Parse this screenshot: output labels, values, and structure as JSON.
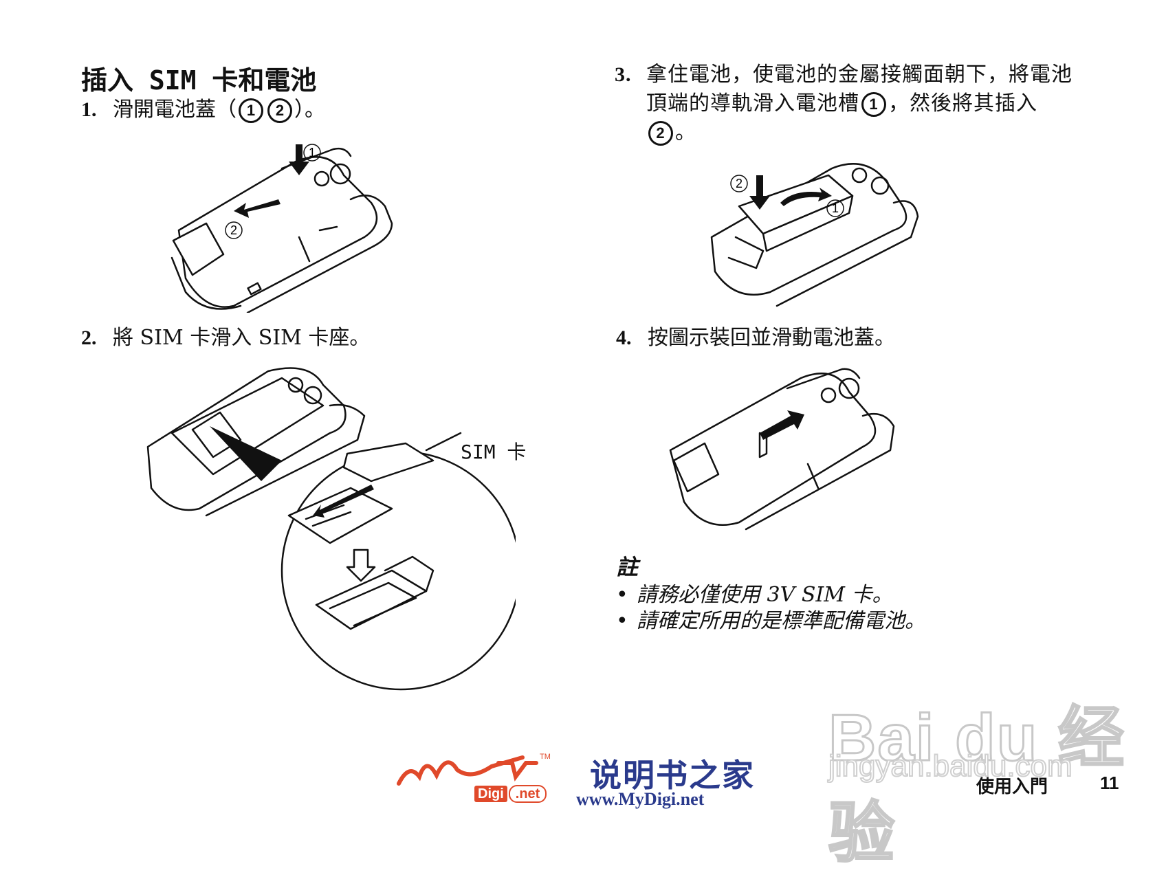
{
  "section_title": "插入 SIM 卡和電池",
  "steps": [
    {
      "num": "1.",
      "text": "滑開電池蓋（",
      "circled": [
        "1",
        "2"
      ],
      "text_after": "）。"
    },
    {
      "num": "2.",
      "text": "將 SIM 卡滑入 SIM 卡座。"
    },
    {
      "num": "3.",
      "text_line1": "拿住電池，使電池的金屬接觸面朝下，將電池",
      "text_line2_a": "頂端的導軌滑入電池槽",
      "circled_a": "1",
      "text_line2_b": "，然後將其插入",
      "circled_b": "2",
      "text_line3": "。"
    },
    {
      "num": "4.",
      "text": "按圖示裝回並滑動電池蓋。"
    }
  ],
  "figure_labels": {
    "fig1_callouts": [
      "1",
      "2"
    ],
    "fig2_sim_label": "SIM 卡",
    "fig3_callouts": [
      "2",
      "1"
    ]
  },
  "note": {
    "title": "註",
    "items": [
      "請務必僅使用 3V SIM 卡。",
      "請確定所用的是標準配備電池。"
    ]
  },
  "footer": {
    "section": "使用入門",
    "page": "11"
  },
  "brand": {
    "logo_script": "My",
    "tm": "TM",
    "digi": "Digi",
    "net": ".net",
    "cn_name": "说明书之家",
    "url": "www.MyDigi.net"
  },
  "watermark": {
    "main": "Bai du 经验",
    "sub": "jingyan.baidu.com"
  },
  "colors": {
    "brand_blue": "#2a3a8c",
    "brand_orange": "#e0492a",
    "text": "#111111"
  }
}
